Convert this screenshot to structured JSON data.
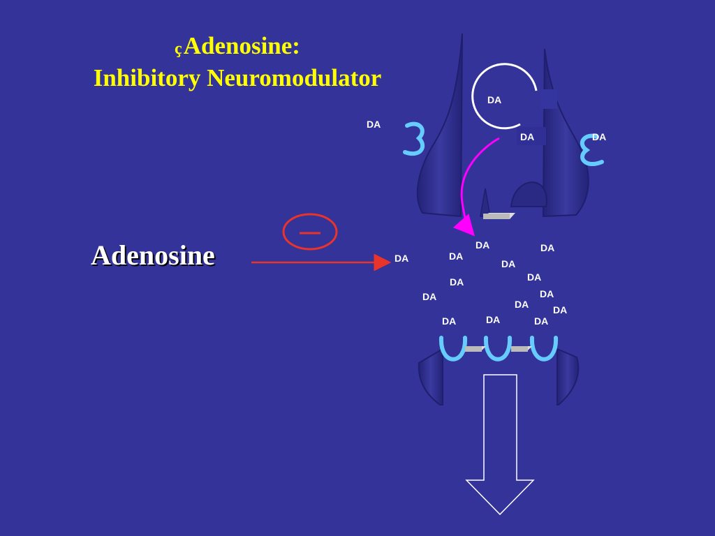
{
  "colors": {
    "background": "#333399",
    "title": "#ffff00",
    "label": "#ffffff",
    "inhibit_arrow": "#e8342a",
    "release_arrow": "#ff00ff",
    "receptor": "#66ccff",
    "neuron": "#2d2d8c",
    "neuron_edge": "#1f1f6e",
    "output_arrow": "#ffffff"
  },
  "title": {
    "bullet": "ҫ",
    "line1": "Adenosine:",
    "line2": "Inhibitory  Neuromodulator"
  },
  "main_label": "Adenosine",
  "inhibition_symbol": "—",
  "dopamine_label": "DA",
  "icons": {
    "inhibition": "minus-circle-icon",
    "receptor": "receptor-icon",
    "vesicle": "vesicle-icon"
  }
}
